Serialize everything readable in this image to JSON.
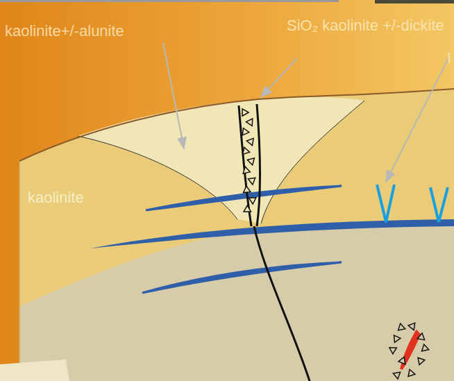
{
  "diagram": {
    "labels": [
      "kaolinite+/-alunite",
      "SiO₂ kaolinite +/-dickite",
      "kaolinite",
      "I"
    ]
  }
}
